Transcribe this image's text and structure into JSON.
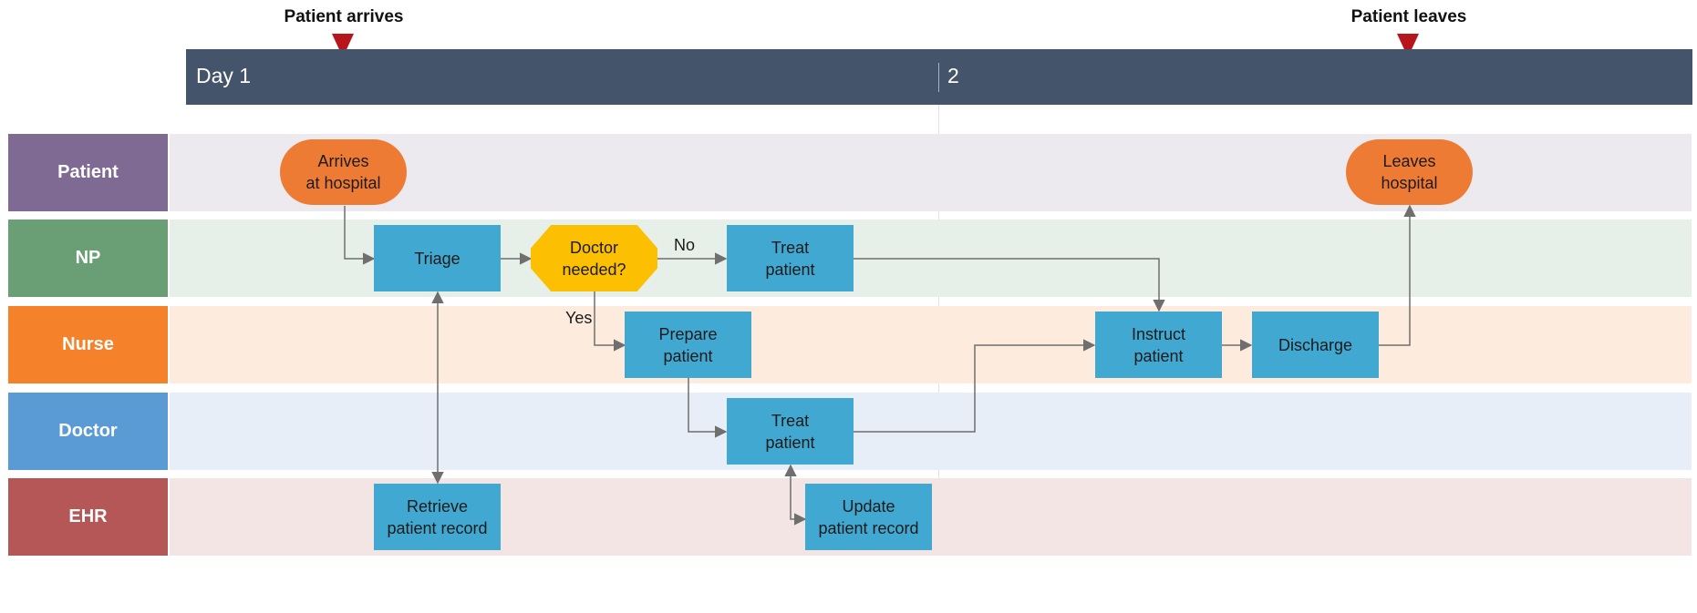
{
  "timeline": {
    "milestones": [
      {
        "label": "Patient arrives"
      },
      {
        "label": "Patient leaves"
      }
    ],
    "days": [
      {
        "label": "Day 1"
      },
      {
        "label": "2"
      }
    ]
  },
  "lanes": [
    {
      "id": "patient",
      "label": "Patient"
    },
    {
      "id": "np",
      "label": "NP"
    },
    {
      "id": "nurse",
      "label": "Nurse"
    },
    {
      "id": "doctor",
      "label": "Doctor"
    },
    {
      "id": "ehr",
      "label": "EHR"
    }
  ],
  "nodes": [
    {
      "id": "arrives",
      "type": "terminal",
      "label": "Arrives\nat hospital"
    },
    {
      "id": "triage",
      "type": "process",
      "label": "Triage"
    },
    {
      "id": "doctor_needed",
      "type": "decision",
      "label": "Doctor\nneeded?"
    },
    {
      "id": "treat_np",
      "type": "process",
      "label": "Treat\npatient"
    },
    {
      "id": "prepare",
      "type": "process",
      "label": "Prepare\npatient"
    },
    {
      "id": "treat_doctor",
      "type": "process",
      "label": "Treat\npatient"
    },
    {
      "id": "retrieve",
      "type": "process",
      "label": "Retrieve\npatient record"
    },
    {
      "id": "update",
      "type": "process",
      "label": "Update\npatient record"
    },
    {
      "id": "instruct",
      "type": "process",
      "label": "Instruct\npatient"
    },
    {
      "id": "discharge",
      "type": "process",
      "label": "Discharge"
    },
    {
      "id": "leaves",
      "type": "terminal",
      "label": "Leaves\nhospital"
    }
  ],
  "edges": [
    {
      "from": "arrives",
      "to": "triage"
    },
    {
      "from": "triage",
      "to": "doctor_needed"
    },
    {
      "from": "doctor_needed",
      "to": "treat_np",
      "label": "No"
    },
    {
      "from": "doctor_needed",
      "to": "prepare",
      "label": "Yes"
    },
    {
      "from": "prepare",
      "to": "treat_doctor"
    },
    {
      "from": "treat_np",
      "to": "instruct"
    },
    {
      "from": "treat_doctor",
      "to": "instruct"
    },
    {
      "from": "triage",
      "to": "retrieve",
      "bidirectional": true
    },
    {
      "from": "treat_doctor",
      "to": "update",
      "bidirectional": true
    },
    {
      "from": "instruct",
      "to": "discharge"
    },
    {
      "from": "discharge",
      "to": "leaves"
    }
  ],
  "colors": {
    "timebar": "#44546a",
    "milestone_marker": "#b8141b",
    "process": "#41a8d1",
    "terminal": "#ee7b33",
    "decision": "#fcbf02",
    "connector": "#6f6f6f",
    "lane_patient": "#7f6a93",
    "lane_patient_bg": "#ece9ef",
    "lane_np": "#6a9f76",
    "lane_np_bg": "#e7f0e8",
    "lane_nurse": "#f5822a",
    "lane_nurse_bg": "#fdebdd",
    "lane_doctor": "#5a9bd5",
    "lane_doctor_bg": "#e7eef8",
    "lane_ehr": "#b55757",
    "lane_ehr_bg": "#f4e5e5"
  }
}
